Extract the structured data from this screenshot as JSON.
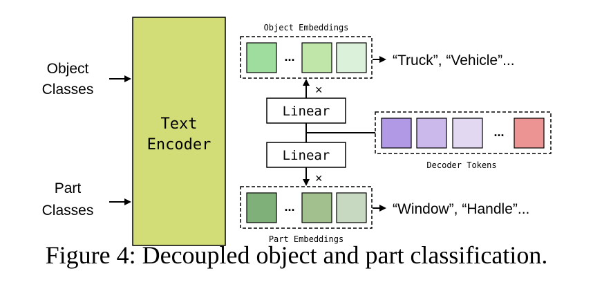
{
  "inputs": {
    "object_classes": [
      "Object",
      "Classes"
    ],
    "part_classes": [
      "Part",
      "Classes"
    ]
  },
  "encoder": {
    "label_lines": [
      "Text",
      "Encoder"
    ],
    "color": "#d2dd78"
  },
  "object_embeddings": {
    "title": "Object Embeddings",
    "ellipsis": "...",
    "colors": [
      "#9edd9e",
      "#c1e6aa",
      "#dcf1d9"
    ],
    "output_text": "“Truck”, “Vehicle”..."
  },
  "part_embeddings": {
    "title": "Part Embeddings",
    "ellipsis": "...",
    "colors": [
      "#7fb07a",
      "#a2c08d",
      "#c8d9c1"
    ],
    "output_text": "“Window”, “Handle”..."
  },
  "linear_top": {
    "label": "Linear"
  },
  "linear_bottom": {
    "label": "Linear"
  },
  "multiply_top": "×",
  "multiply_bottom": "×",
  "decoder_tokens": {
    "title": "Decoder Tokens",
    "ellipsis": "...",
    "colors": [
      "#b199e6",
      "#cbb9ec",
      "#e2d8f2",
      "#ec9393"
    ]
  },
  "caption": "Figure 4: Decoupled object and part classification."
}
